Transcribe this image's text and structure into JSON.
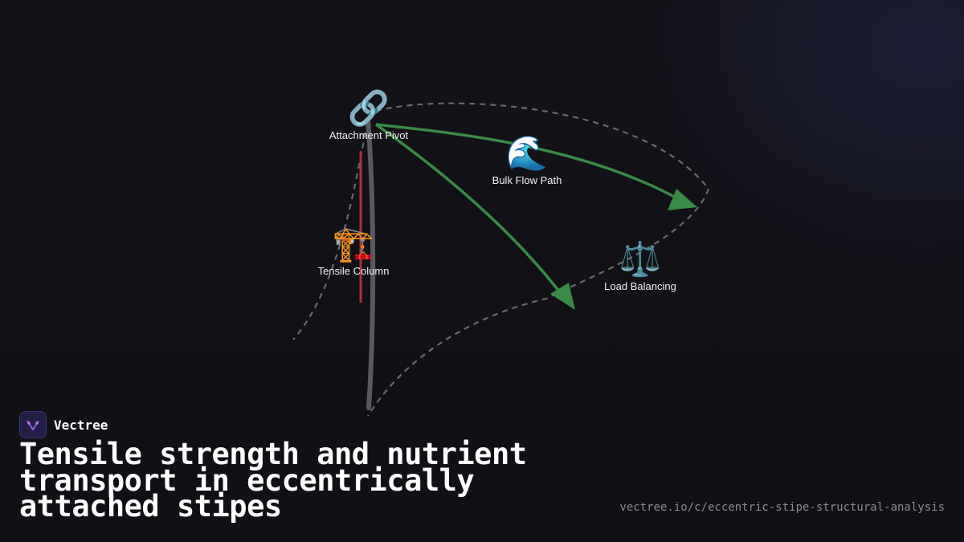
{
  "nodes": [
    {
      "id": "attachment-pivot",
      "icon": "link-icon",
      "glyph": "🔗",
      "label": "Attachment Pivot"
    },
    {
      "id": "bulk-flow-path",
      "icon": "wave-icon",
      "glyph": "🌊",
      "label": "Bulk Flow Path"
    },
    {
      "id": "tensile-column",
      "icon": "crane-icon",
      "glyph": "🏗️",
      "label": "Tensile Column"
    },
    {
      "id": "load-balancing",
      "icon": "scales-icon",
      "glyph": "⚖️",
      "label": "Load Balancing"
    }
  ],
  "edges": [
    {
      "from": "attachment-pivot",
      "to": "load-balancing",
      "style": "solid-arrow"
    },
    {
      "from": "attachment-pivot",
      "to": "bulk-flow-path",
      "style": "solid-arrow"
    }
  ],
  "colors": {
    "background": "#111116",
    "flow_arrow": "#3a8a45",
    "stipe": "#5a5a5e",
    "tensile_line": "#a8323a",
    "dashed_outline": "#6a6a6e",
    "brand_accent": "#b46cff"
  },
  "brand": {
    "logo_icon": "vectree-logo-icon",
    "name": "Vectree"
  },
  "title": "Tensile strength and nutrient transport in eccentrically attached stipes",
  "url": "vectree.io/c/eccentric-stipe-structural-analysis"
}
